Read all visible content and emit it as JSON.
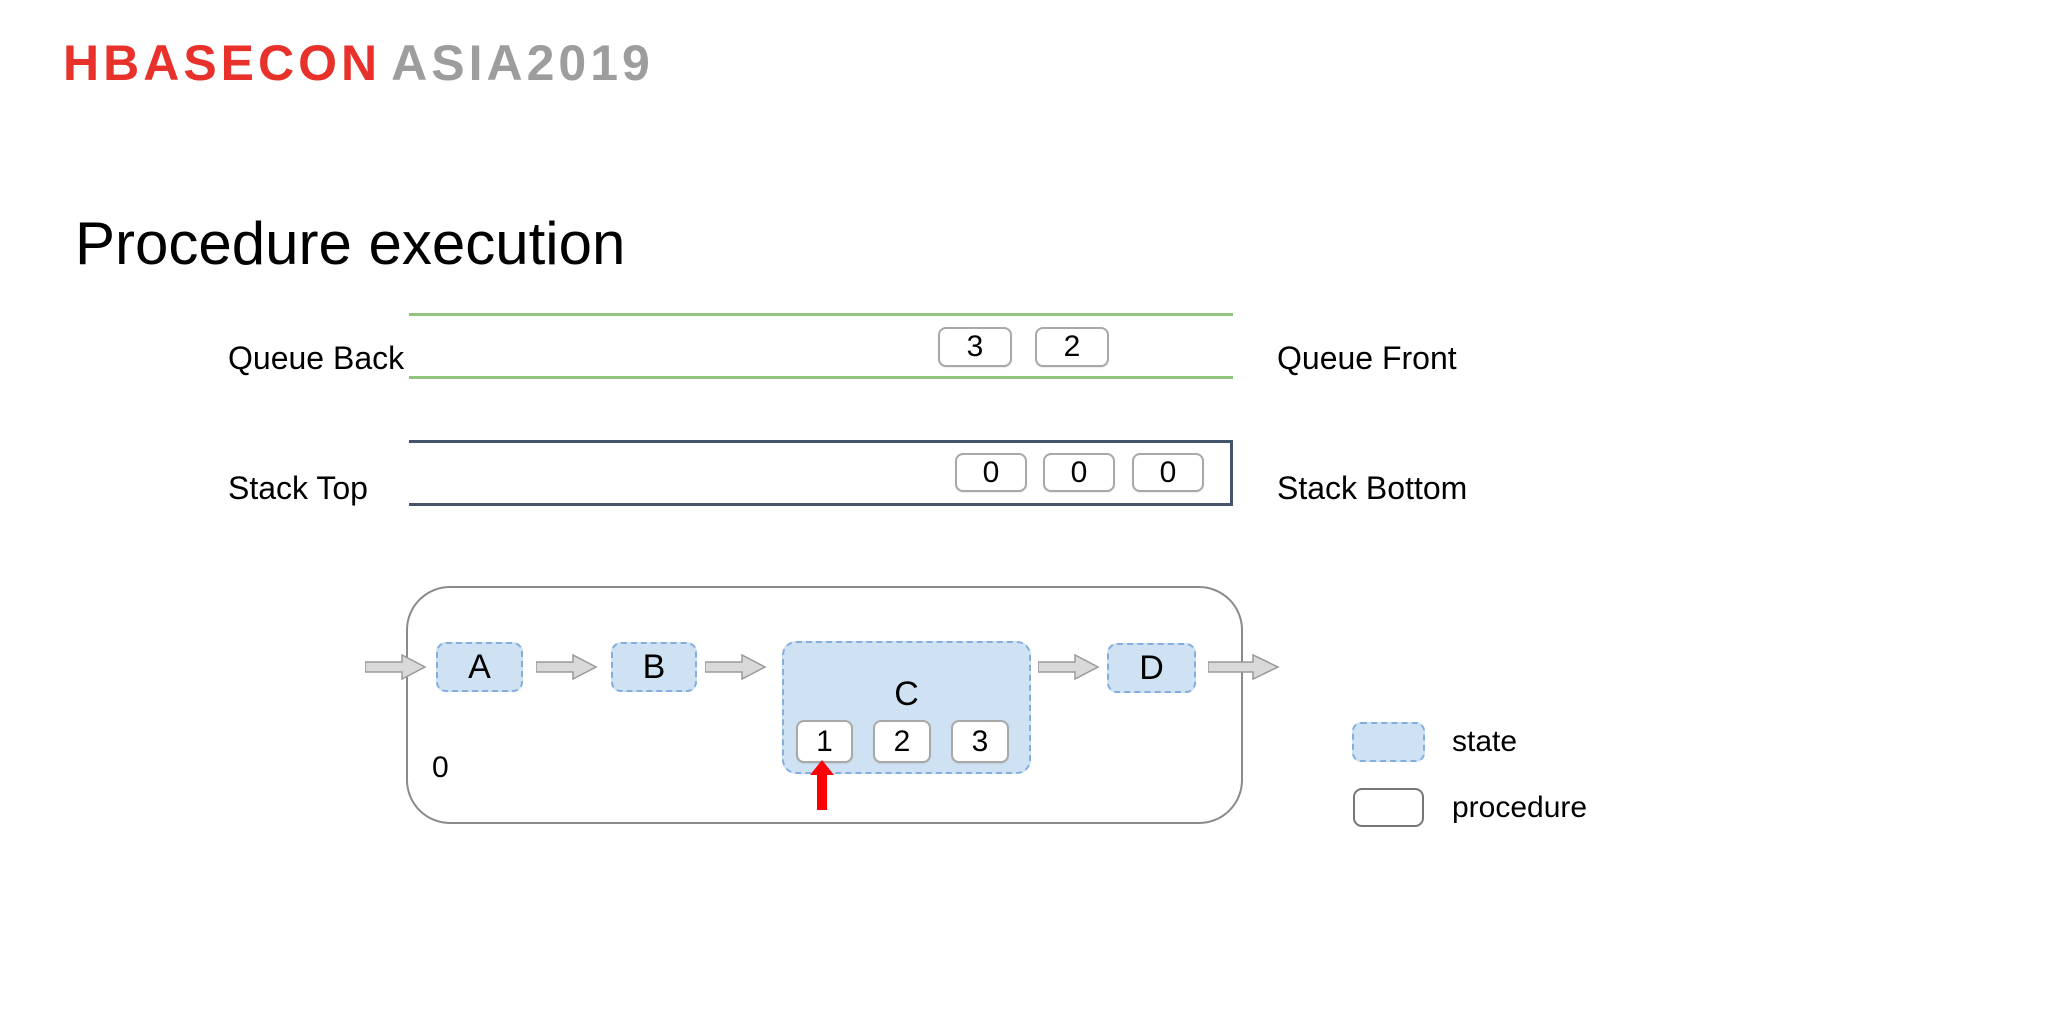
{
  "logo": {
    "primary": "HBASECON",
    "secondary": "ASIA2019"
  },
  "title": "Procedure execution",
  "queue": {
    "back_label": "Queue Back",
    "front_label": "Queue Front",
    "items": [
      "3",
      "2"
    ]
  },
  "stack": {
    "top_label": "Stack Top",
    "bottom_label": "Stack Bottom",
    "items": [
      "0",
      "0",
      "0"
    ]
  },
  "flow": {
    "counter": "0",
    "states": [
      {
        "label": "A"
      },
      {
        "label": "B"
      },
      {
        "label": "C",
        "children": [
          "1",
          "2",
          "3"
        ],
        "pointer_child_index": 0
      },
      {
        "label": "D"
      }
    ]
  },
  "legend": {
    "state_label": "state",
    "procedure_label": "procedure"
  },
  "icons": {
    "flow_arrow": "block-arrow-right",
    "step_pointer": "red-arrow-up"
  },
  "colors": {
    "logo-red": "#e8312a",
    "logo-gray": "#9d9d9d",
    "green": "#93c47d",
    "navy": "#44546a",
    "state-fill": "#cfe2f3",
    "state-border": "#85aede",
    "arrow-fill": "#d9d9d9",
    "arrow-stroke": "#9a9a9a",
    "pointer-red": "#fb0007",
    "box-border": "#a8a8a8"
  }
}
